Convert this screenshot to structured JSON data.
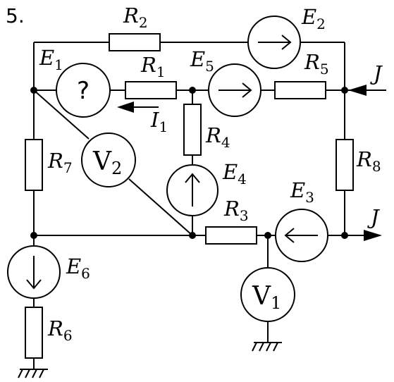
{
  "problem_number": "5.",
  "unknown_source_mark": "?",
  "current_source_label": "J",
  "resistors": [
    {
      "letter": "R",
      "index": "1"
    },
    {
      "letter": "R",
      "index": "2"
    },
    {
      "letter": "R",
      "index": "3"
    },
    {
      "letter": "R",
      "index": "4"
    },
    {
      "letter": "R",
      "index": "5"
    },
    {
      "letter": "R",
      "index": "6"
    },
    {
      "letter": "R",
      "index": "7"
    },
    {
      "letter": "R",
      "index": "8"
    }
  ],
  "emf_sources": [
    {
      "letter": "E",
      "index": "1"
    },
    {
      "letter": "E",
      "index": "2"
    },
    {
      "letter": "E",
      "index": "3"
    },
    {
      "letter": "E",
      "index": "4"
    },
    {
      "letter": "E",
      "index": "5"
    },
    {
      "letter": "E",
      "index": "6"
    }
  ],
  "voltmeters": [
    {
      "letter": "V",
      "index": "1"
    },
    {
      "letter": "V",
      "index": "2"
    }
  ],
  "current_label": {
    "letter": "I",
    "index": "1"
  }
}
